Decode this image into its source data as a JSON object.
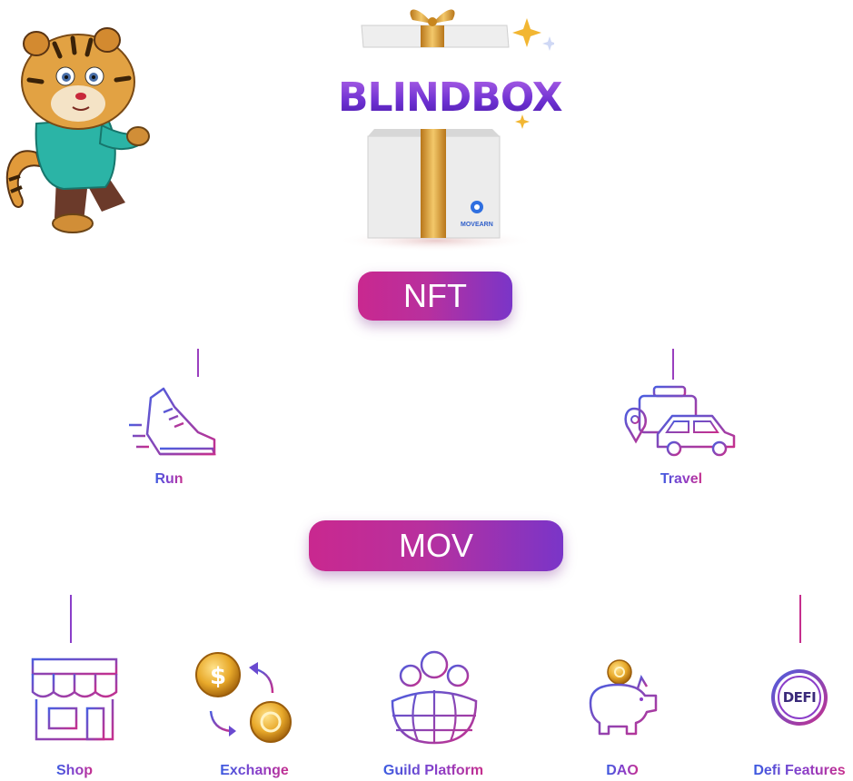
{
  "title": "BLINDBOX",
  "box_brand": "MOVEARN",
  "nft_label": "NFT",
  "mov_label": "MOV",
  "nft_children": [
    "Run",
    "Travel"
  ],
  "mov_children": [
    "Shop",
    "Exchange",
    "Guild Platform",
    "DAO",
    "Defi Features"
  ],
  "defi_badge": "DEFI",
  "icons": {
    "mascot": "tiger-mascot-icon",
    "run": "running-shoe-icon",
    "travel": "car-luggage-icon",
    "shop": "storefront-icon",
    "exchange": "coin-exchange-icon",
    "guild": "guild-globe-icon",
    "dao": "piggy-bank-icon",
    "defi": "defi-badge-icon"
  },
  "colors": {
    "accent_pink": "#c9288f",
    "accent_purple": "#7a35c8",
    "accent_blue": "#3b5be0",
    "gold": "#e0a423"
  }
}
